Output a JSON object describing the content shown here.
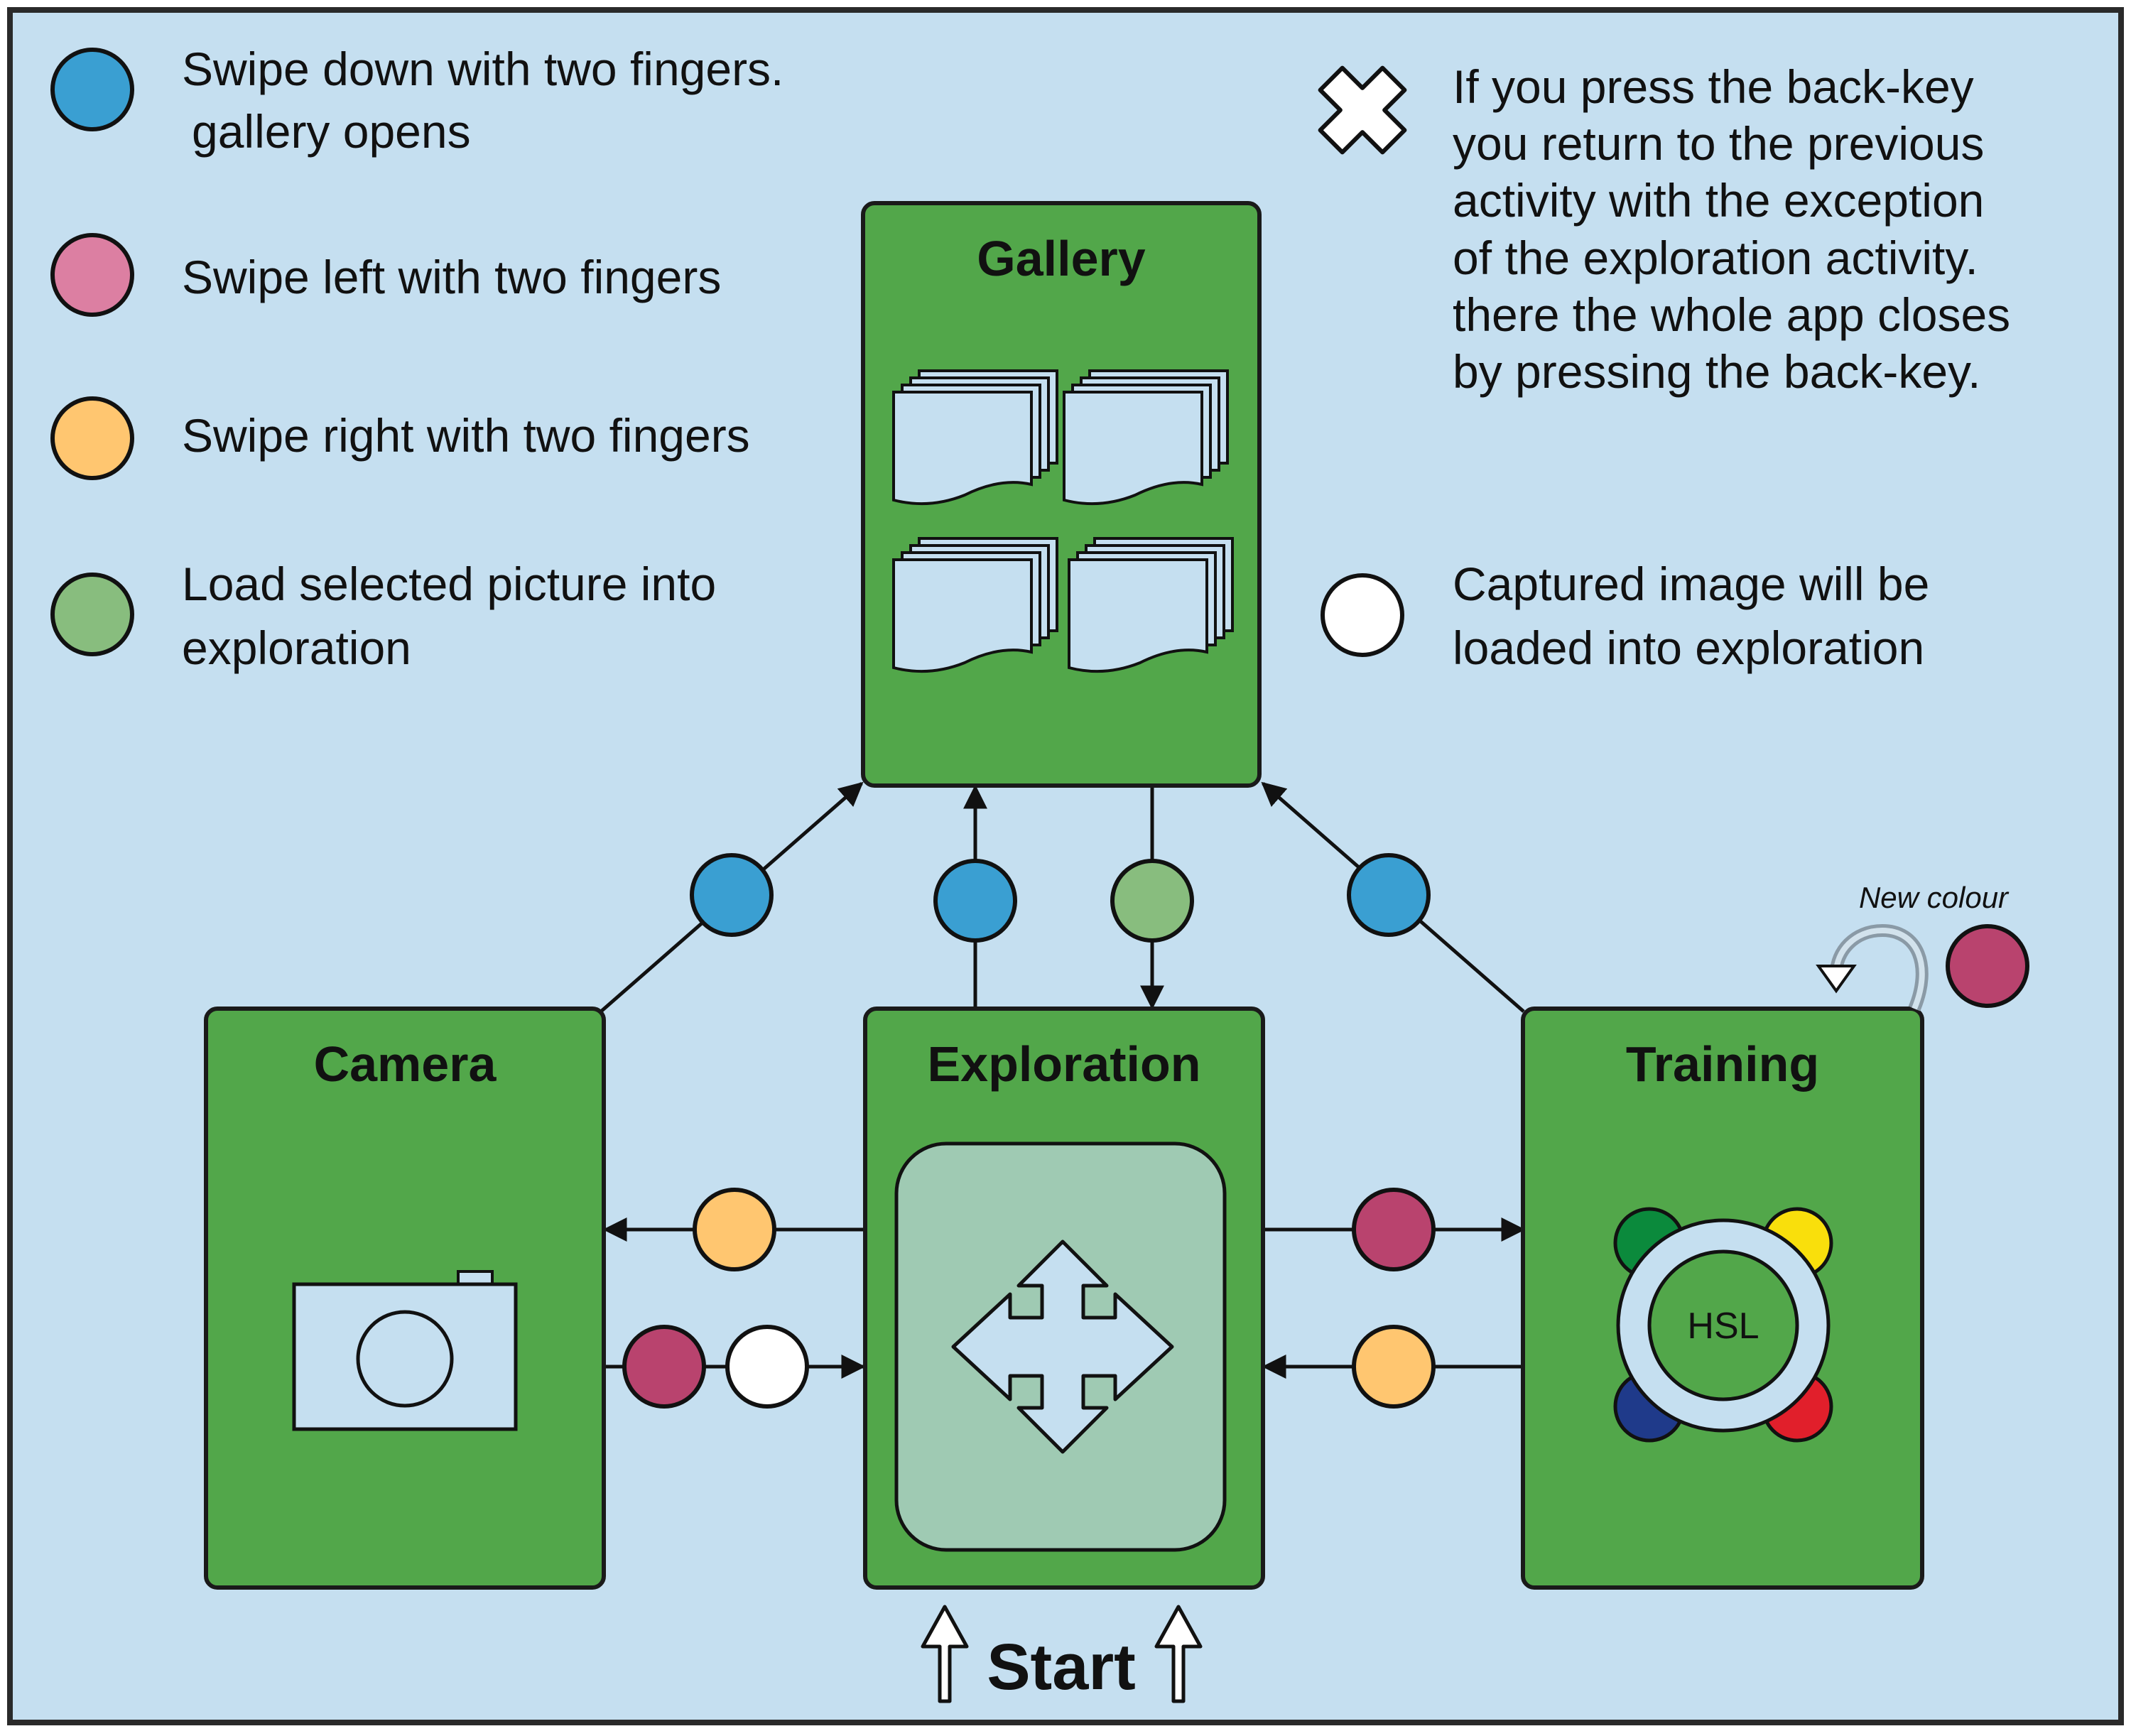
{
  "colors": {
    "background": "#c5dff0",
    "box_green": "#52a74a",
    "box_stroke": "#1a1a1a",
    "blue_dot": "#3a9fd2",
    "pink_dot_legend": "#dc7fa2",
    "crimson_dot": "#b9436e",
    "orange_dot": "#ffc670",
    "green_dot": "#88bd7e",
    "white_dot": "#ffffff",
    "page_icon": "#c5dff0",
    "exploration_inner": "#9fcab3",
    "hsl_green": "#0b8a3c",
    "hsl_yellow": "#f9df0c",
    "hsl_blue": "#1f3a8a",
    "hsl_red": "#e11f2b"
  },
  "legend": {
    "swipe_down_line1": "Swipe down with  two fingers.",
    "swipe_down_line2": "gallery opens",
    "swipe_left": "Swipe left with two fingers",
    "swipe_right": "Swipe right with two fingers",
    "load_line1": "Load selected  picture into",
    "load_line2": "exploration",
    "back_key_lines": [
      "If you press the back-key",
      "you return to the previous",
      "activity with the exception",
      "of the  exploration activity.",
      "there the whole app closes",
      "by pressing the back-key."
    ],
    "captured_line1": "Captured image will be",
    "captured_line2": "loaded into exploration",
    "icons": {
      "blue": "blue-circle-icon",
      "pink": "pink-circle-icon",
      "orange": "orange-circle-icon",
      "green": "green-circle-icon",
      "close": "x-mark-icon",
      "white": "white-circle-icon"
    }
  },
  "nodes": {
    "gallery": {
      "title": "Gallery",
      "icon": "stacked-pages-icon"
    },
    "camera": {
      "title": "Camera",
      "icon": "camera-icon"
    },
    "exploration": {
      "title": "Exploration",
      "icon": "four-way-arrow-icon"
    },
    "training": {
      "title": "Training",
      "icon": "hsl-color-wheel-icon",
      "hsl_label": "HSL"
    }
  },
  "annotations": {
    "new_colour": "New colour",
    "start": "Start"
  }
}
